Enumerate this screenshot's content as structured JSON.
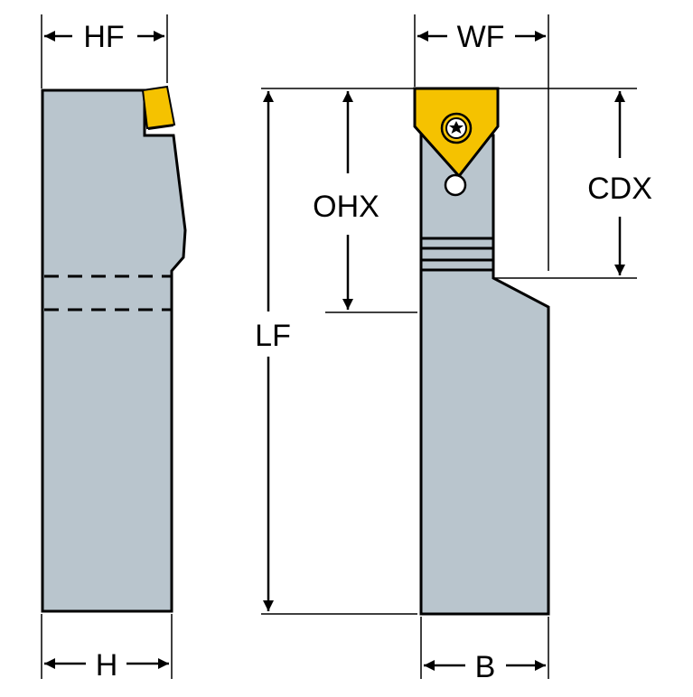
{
  "labels": {
    "hf": "HF",
    "h": "H",
    "wf": "WF",
    "b": "B",
    "ohx": "OHX",
    "cdx": "CDX",
    "lf": "LF"
  },
  "colors": {
    "body": "#b9c5cd",
    "insert": "#f5c200",
    "outline": "#000000",
    "background": "#ffffff"
  },
  "icons": {
    "insert_screw": "torx-screw-icon"
  }
}
